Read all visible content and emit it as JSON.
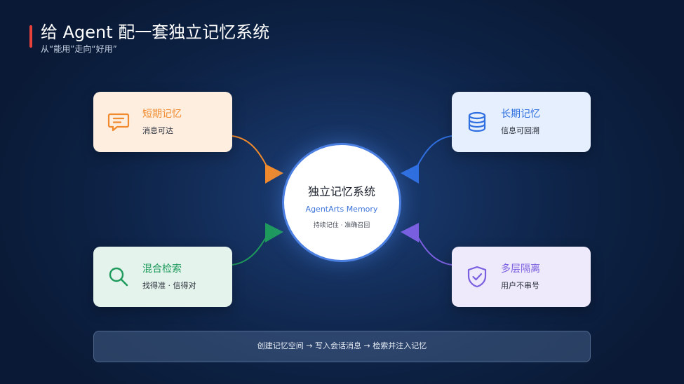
{
  "header": {
    "title": "给 Agent 配一套独立记忆系统",
    "subtitle": "从“能用”走向“好用”"
  },
  "center": {
    "title": "独立记忆系统",
    "subtitle": "AgentArts Memory",
    "note": "持续记住 · 准确召回"
  },
  "cards": {
    "short_term": {
      "title": "短期记忆",
      "desc": "消息可达",
      "icon": "chat-bubble-icon",
      "color": "#f08a2c"
    },
    "long_term": {
      "title": "长期记忆",
      "desc": "信息可回溯",
      "icon": "database-icon",
      "color": "#2f6fe0"
    },
    "hybrid_search": {
      "title": "混合检索",
      "desc": "找得准 · 信得对",
      "icon": "search-icon",
      "color": "#1e9a5c"
    },
    "multi_layer": {
      "title": "多层隔离",
      "desc": "用户不串号",
      "icon": "shield-check-icon",
      "color": "#7a5fe0"
    }
  },
  "footer": {
    "flow": "创建记忆空间 → 写入会话消息 → 检索并注入记忆"
  },
  "colors": {
    "accent": "#e8403a",
    "circle_border": "#4a7ee0"
  }
}
